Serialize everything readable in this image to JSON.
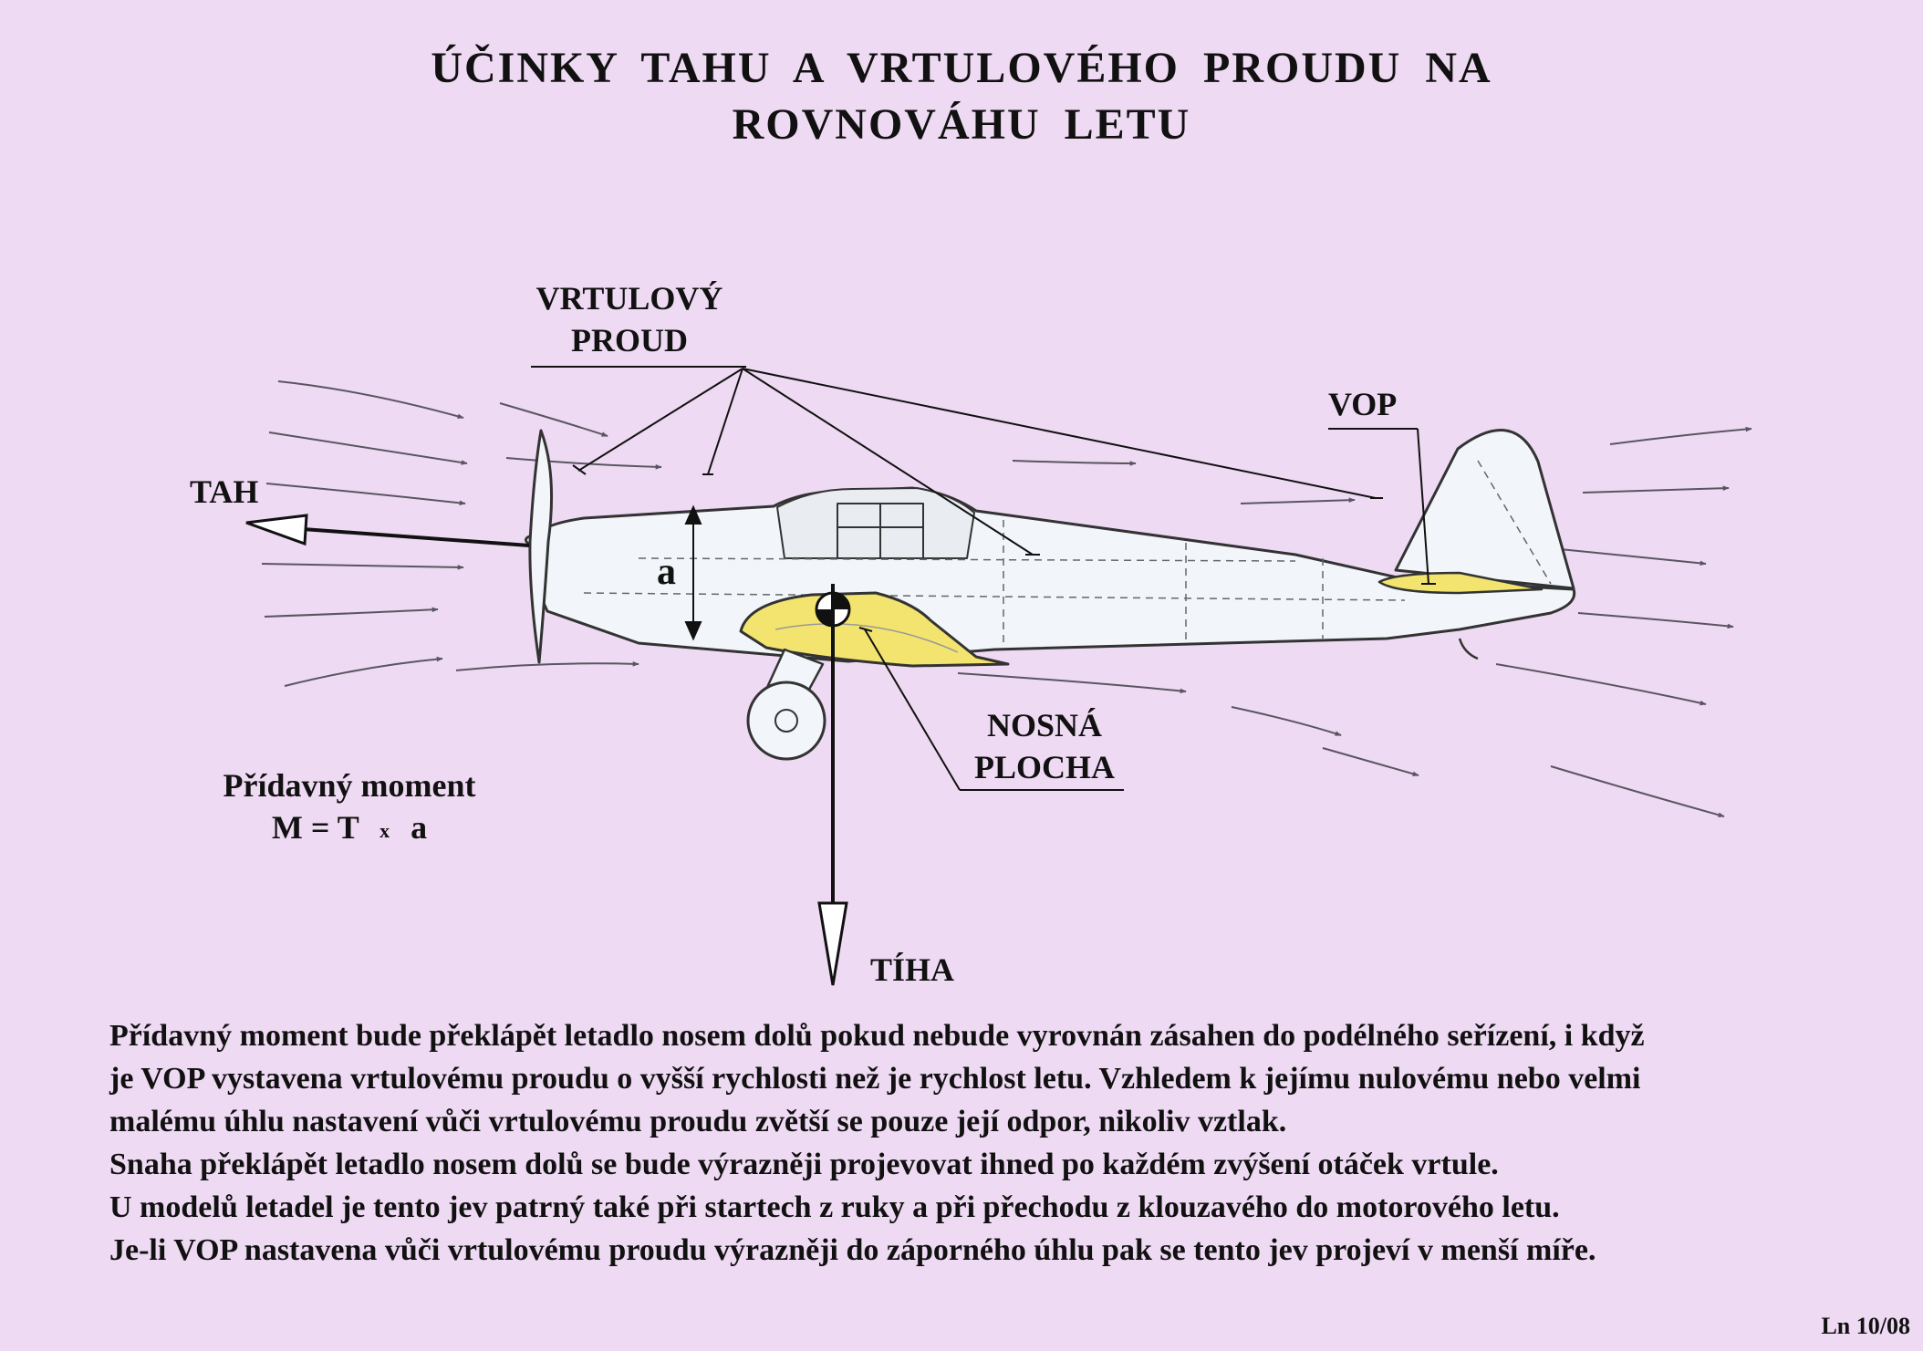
{
  "title": {
    "line1": "ÚČINKY  TAHU  A  VRTULOVÉHO  PROUDU  NA",
    "line2": "ROVNOVÁHU  LETU"
  },
  "labels": {
    "prop_stream_line1": "VRTULOVÝ",
    "prop_stream_line2": "PROUD",
    "vop": "VOP",
    "thrust": "TAH",
    "arm": "a",
    "wing_line1": "NOSNÁ",
    "wing_line2": "PLOCHA",
    "weight": "TÍHA",
    "moment_line1": "Přídavný moment",
    "moment_formula_left": "M = T",
    "moment_formula_x": "x",
    "moment_formula_right": "a"
  },
  "paragraph": [
    "Přídavný moment bude překlápět letadlo nosem dolů pokud nebude vyrovnán zásahen do podélného seřízení, i když",
    "je VOP vystavena vrtulovému proudu o vyšší rychlosti než je rychlost letu. Vzhledem k jejímu nulovému nebo velmi",
    "malému úhlu nastavení vůči vrtulovému proudu zvětší se pouze její odpor, nikoliv vztlak.",
    "Snaha překlápět letadlo nosem dolů se bude výrazněji projevovat ihned po každém zvýšení otáček vrtule.",
    "U modelů letadel je tento jev  patrný také při startech z ruky a při přechodu z klouzavého do motorového letu.",
    "Je-li VOP nastavena vůči vrtulovému proudu výrazněji do záporného úhlu pak se tento jev  projeví v menší  míře."
  ],
  "footer": "Ln 10/08",
  "colors": {
    "background": "#efdaf3",
    "wing_fill": "#f3e46f",
    "fuselage_fill": "#f2f6fa",
    "flow_arrow": "#5a5560",
    "ink": "#111111"
  },
  "icons": [
    "thrust-arrow-icon",
    "weight-arrow-icon",
    "propeller-icon",
    "flow-arrow-icon"
  ]
}
